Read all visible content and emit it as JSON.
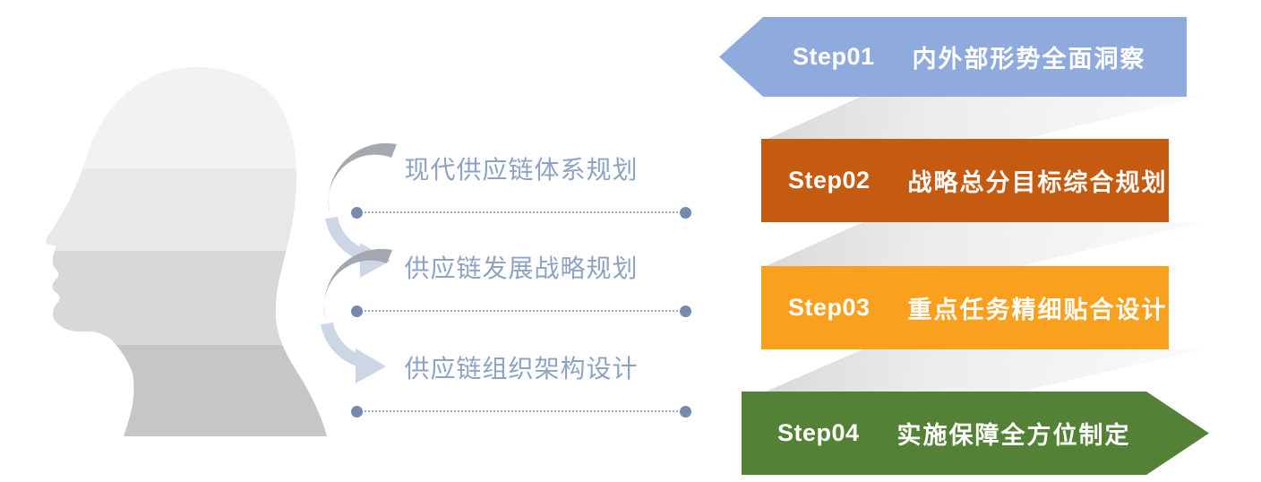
{
  "page": {
    "background": "#ffffff",
    "description_labels": {
      "type": "supply-chain strategy planning steps diagram"
    }
  },
  "head_graphic": {
    "bands": [
      {
        "name": "band-1-top",
        "color": "#f2f2f2"
      },
      {
        "name": "band-2",
        "color": "#e8e8e8"
      },
      {
        "name": "band-3",
        "color": "#d8d8d8"
      },
      {
        "name": "band-4-bottom",
        "color": "#c6c6c6"
      }
    ],
    "arrow_colors": {
      "dark_crescent": "#a4a9b0",
      "light_swoosh": "#cdd6e5"
    }
  },
  "process_items": [
    {
      "label": "现代供应链体系规划"
    },
    {
      "label": "供应链发展战略规划"
    },
    {
      "label": "供应链组织架构设计"
    }
  ],
  "connector": {
    "line_color": "#9aabc8",
    "dot_color": "#7689ae",
    "label_color": "#8ea3c4"
  },
  "steps": [
    {
      "id": "Step01",
      "title": "内外部形势全面洞察",
      "color": "#8faadc",
      "shape": "arrow-left"
    },
    {
      "id": "Step02",
      "title": "战略总分目标综合规划",
      "color": "#c55a11",
      "shape": "rect"
    },
    {
      "id": "Step03",
      "title": "重点任务精细贴合设计",
      "color": "#f9a11e",
      "shape": "rect"
    },
    {
      "id": "Step04",
      "title": "实施保障全方位制定",
      "color": "#538135",
      "shape": "arrow-right"
    }
  ],
  "fold": {
    "gradient_start": "#d9d9d9",
    "gradient_end": "#fbfbfb"
  }
}
